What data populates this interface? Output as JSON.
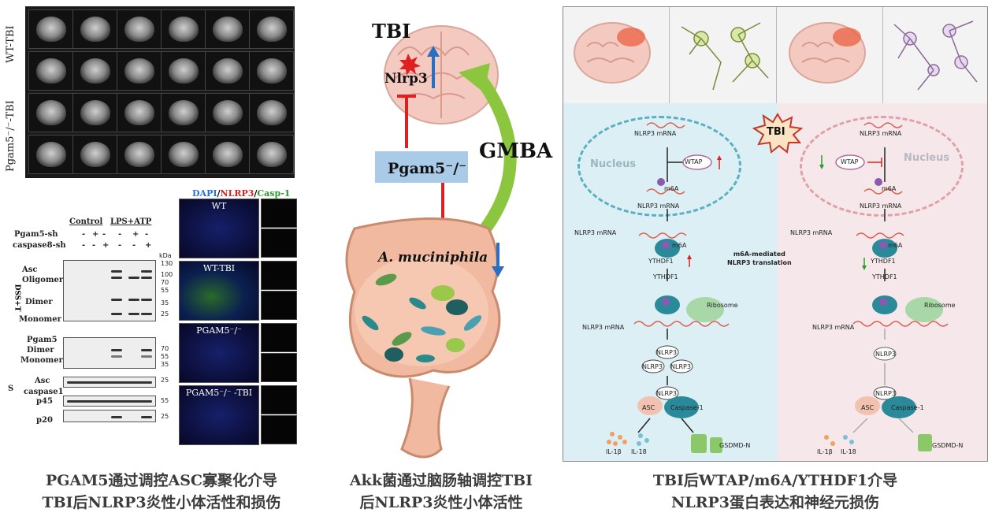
{
  "panel1": {
    "mri_row_labels": [
      "WT-TBI",
      "Pgam5⁻/⁻-TBI"
    ],
    "blot": {
      "cond_control": "Control",
      "cond_lps": "LPS+ATP",
      "row_pgam5sh": "Pgam5-sh",
      "row_casp8sh": "caspase8-sh",
      "pgam5sh_signs": [
        "-",
        "+",
        "-",
        "-",
        "+",
        "-"
      ],
      "casp8sh_signs": [
        "-",
        "-",
        "+",
        "-",
        "-",
        "+"
      ],
      "side_label": "DSS+T",
      "asc_oligomer": "Asc\nOligomer",
      "dimer": "Dimer",
      "monomer": "Monomer",
      "pgam5": "Pgam5",
      "pgam5_dimer": "Dimer",
      "pgam5_monomer": "Monomer",
      "s_label": "S",
      "asc": "Asc",
      "caspase1": "caspase1",
      "p45": "p45",
      "p20": "p20",
      "kda": "kDa",
      "mw_top": [
        "130",
        "100",
        "70",
        "55",
        "35",
        "25"
      ],
      "mw_mid": [
        "70",
        "55",
        "35"
      ],
      "mw_asc": "25",
      "mw_p45": "55",
      "mw_p20": "25"
    },
    "if_legend": {
      "dapi": "DAPI",
      "slash1": "/",
      "nlrp3": "NLRP3",
      "slash2": "/",
      "casp": "Casp-1"
    },
    "if_labels": [
      "WT",
      "WT-TBI",
      "PGAM5⁻/⁻",
      "PGAM5⁻/⁻ -TBI"
    ],
    "caption": [
      "PGAM5通过调控ASC寡聚化介导",
      "TBI后NLRP3炎性小体活性和损伤"
    ]
  },
  "panel2": {
    "tbi": "TBI",
    "nlrp3": "Nlrp3",
    "pgam5": "Pgam5⁻/⁻",
    "gmba": "GMBA",
    "akk": "A. muciniphila",
    "caption": [
      "Akk菌通过脑肠轴调控TBI",
      "后NLRP3炎性小体活性"
    ]
  },
  "panel3": {
    "tbi": "TBI",
    "nucleus": "Nucleus",
    "nlrp3_mrna": "NLRP3 mRNA",
    "wtap": "WTAP",
    "m6a": "m6A",
    "ythdf1": "YTHDF1",
    "ribosome": "Ribosome",
    "nlrp3": "NLRP3",
    "asc": "ASC",
    "caspase1": "Caspase-1",
    "il1b": "IL-1β",
    "il18": "IL-18",
    "gsdmd": "GSDMD-N",
    "middle_label": "m6A-mediated\nNLRP3 translation",
    "caption": [
      "TBI后WTAP/m6A/YTHDF1介导",
      "NLRP3蛋白表达和神经元损伤"
    ]
  },
  "colors": {
    "red": "#e02020",
    "blue": "#2a6fc0",
    "green_arrow": "#8cc63f",
    "pgam5_box": "#a9cbe8",
    "panel3_left_bg": "#dbeff4",
    "panel3_right_bg": "#f6e8ea"
  }
}
